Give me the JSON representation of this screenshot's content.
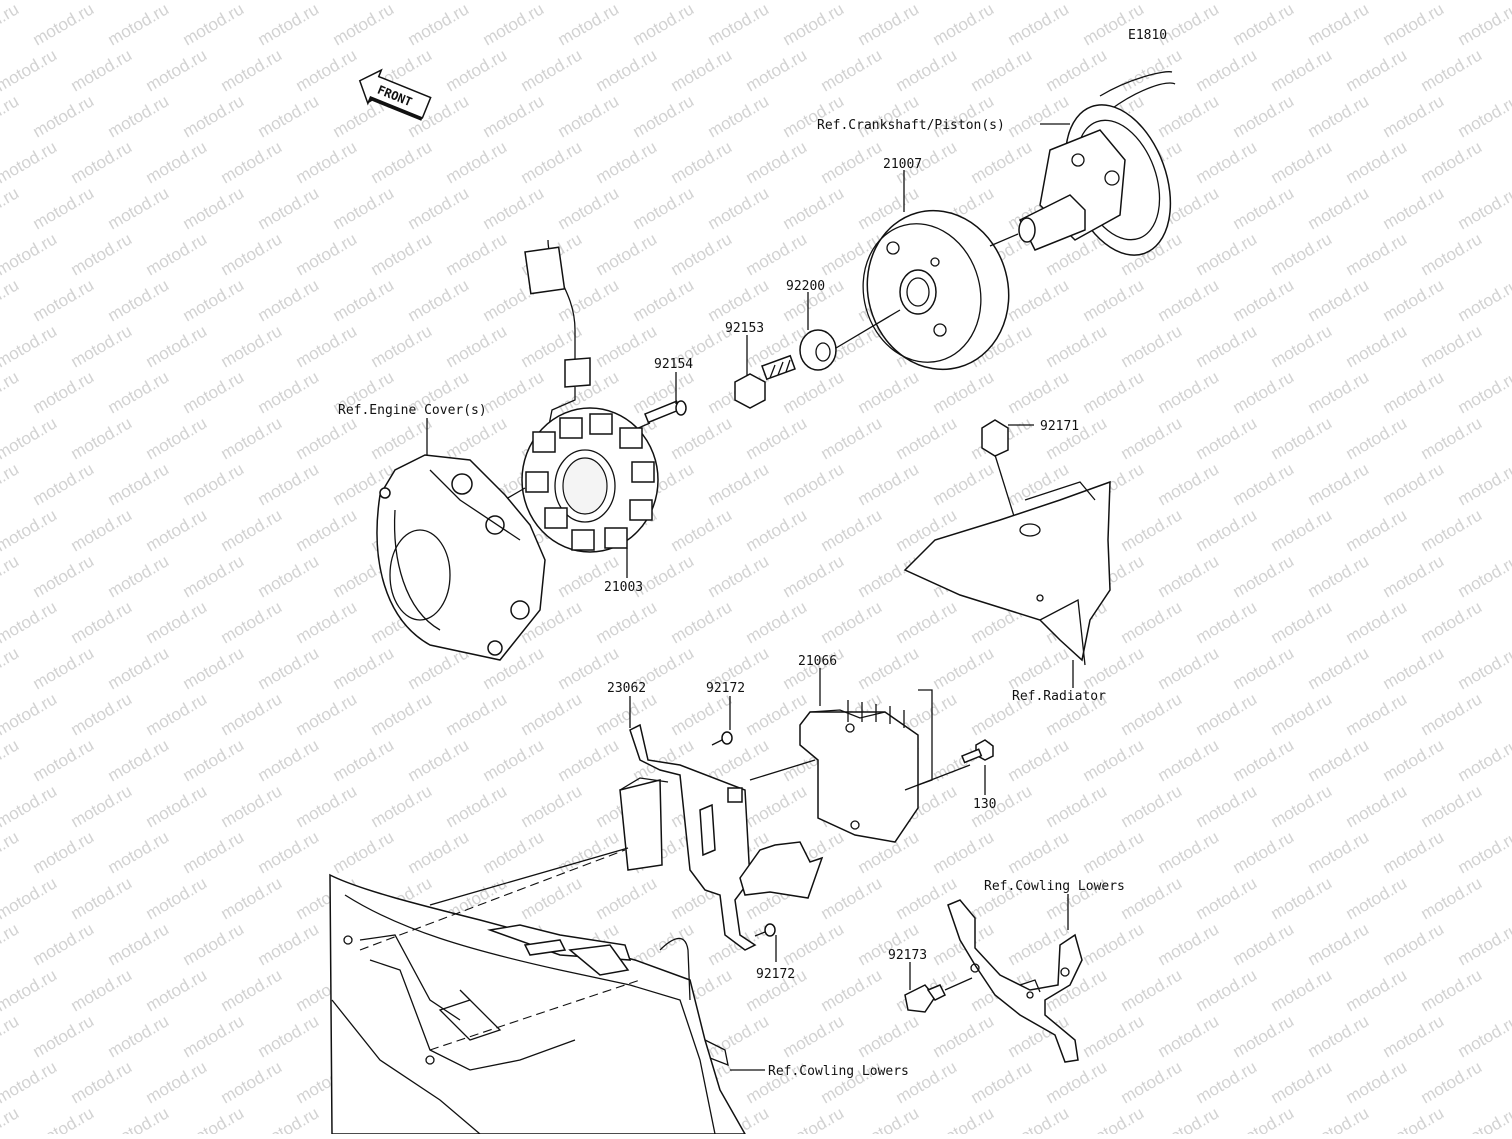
{
  "diagram": {
    "code": "E1810",
    "front_label": "FRONT",
    "watermark": "motod.ru"
  },
  "labels": {
    "ref_crankshaft": "Ref.Crankshaft/Piston(s)",
    "p21007": "21007",
    "p92200": "92200",
    "p92153": "92153",
    "p92154": "92154",
    "ref_engine_cover": "Ref.Engine Cover(s)",
    "p21003": "21003",
    "p92171": "92171",
    "ref_radiator": "Ref.Radiator",
    "p23062": "23062",
    "p92172_top": "92172",
    "p21066": "21066",
    "p130": "130",
    "p92172_bottom": "92172",
    "ref_cowling_lowers_right": "Ref.Cowling Lowers",
    "p92173": "92173",
    "ref_cowling_lowers_bottom": "Ref.Cowling Lowers"
  }
}
